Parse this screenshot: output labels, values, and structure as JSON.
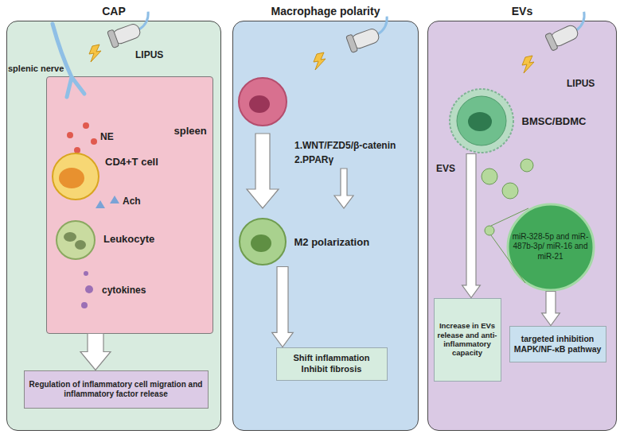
{
  "diagram": {
    "nodes": [
      {
        "text": [
          "CAP"
        ]
      },
      {
        "text": [
          "spleen"
        ],
        "in": 0
      },
      {
        "text": [
          "Regulation of inflammatory cell migration and inflammatory factor release"
        ],
        "in": 0
      },
      {
        "text": [
          "Macrophage polarity"
        ]
      },
      {
        "text": [
          "M2 polarization"
        ],
        "in": 3
      },
      {
        "text": [
          "Shift inflammation Inhibit fibrosis"
        ],
        "in": 3
      },
      {
        "text": [
          "EVs"
        ]
      },
      {
        "text": [
          "BMSC/BDMC"
        ],
        "in": 6
      },
      {
        "text": [
          "miR-328-5p and miR-487b-3p/ miR-16 and miR-21"
        ],
        "in": 6
      },
      {
        "text": [
          "Increase in EVs release and anti-inflammatory capacity"
        ],
        "in": 6
      },
      {
        "text": [
          "targeted inhibition MAPK/NF-κB pathway"
        ],
        "in": 6
      }
    ],
    "edges": [
      {
        "from": 1,
        "to": 2,
        "arrow": "to"
      },
      {
        "from": 4,
        "to": 5,
        "arrow": "to"
      },
      {
        "from": 7,
        "to": 9,
        "arrow": "to"
      },
      {
        "from": 8,
        "to": 10,
        "arrow": "to"
      }
    ],
    "labels": [
      "LIPUS",
      "splenic nerve",
      "NE",
      "CD4+T cell",
      "Ach",
      "Leukocyte",
      "cytokines",
      "1.WNT/FZD5/β-catenin",
      "2.PPARγ",
      "LIPUS",
      "EVS"
    ]
  }
}
